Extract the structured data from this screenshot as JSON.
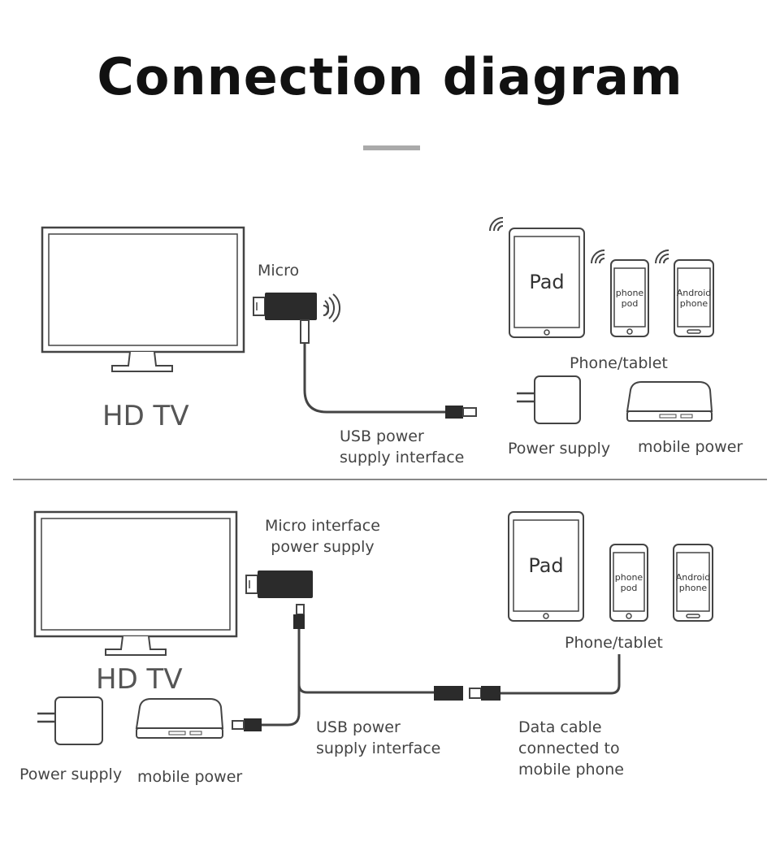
{
  "title": "Connection diagram",
  "top_section": {
    "tv_label": "HD TV",
    "dongle_label": "Micro",
    "cable_label": "USB power\nsupply interface",
    "pad_label": "Pad",
    "phone1_label": "phone\npod",
    "phone2_label": "Android\nphone",
    "devices_caption": "Phone/tablet",
    "power_supply_label": "Power supply",
    "mobile_power_label": "mobile power"
  },
  "bottom_section": {
    "tv_label": "HD TV",
    "dongle_label": "Micro interface\npower supply",
    "cable_label": "USB power\nsupply interface",
    "data_cable_label": "Data cable\nconnected to\nmobile phone",
    "pad_label": "Pad",
    "phone1_label": "phone\npod",
    "phone2_label": "Android\nphone",
    "devices_caption": "Phone/tablet",
    "power_supply_label": "Power supply",
    "mobile_power_label": "mobile power"
  },
  "icons": [
    "tv-icon",
    "hdmi-dongle-icon",
    "wifi-signal-icon",
    "tablet-icon",
    "smartphone-icon",
    "wall-charger-icon",
    "power-bank-icon",
    "usb-plug-icon"
  ],
  "colors": {
    "line": "#444444",
    "device_fill": "#ffffff",
    "dongle": "#2b2b2b",
    "divider": "#888888",
    "accent_bar": "#aaaaaa"
  }
}
